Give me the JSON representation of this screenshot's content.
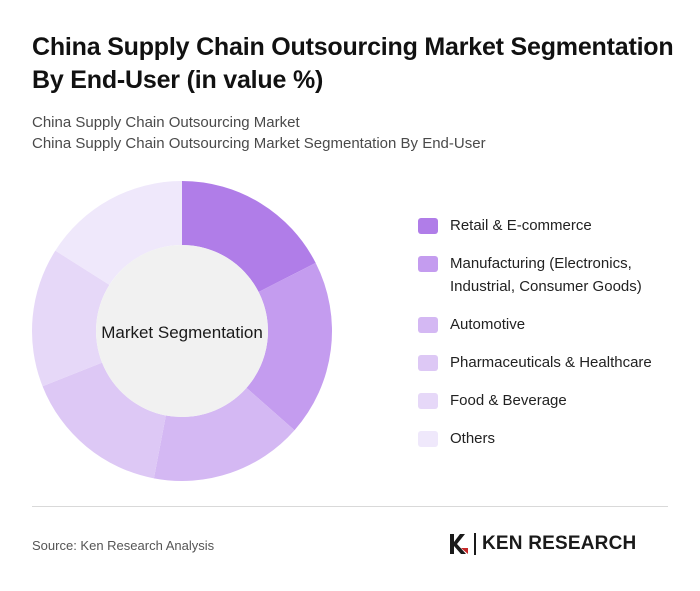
{
  "header": {
    "title": "China Supply Chain Outsourcing Market Segmentation By End-User (in value %)",
    "subtitle_line1": "China Supply Chain Outsourcing Market",
    "subtitle_line2": "China Supply Chain Outsourcing Market Segmentation By End-User"
  },
  "chart_data": {
    "type": "pie",
    "variant": "donut",
    "center_label": "Market Segmentation",
    "categories": [
      "Retail & E-commerce",
      "Manufacturing (Electronics, Industrial, Consumer Goods)",
      "Automotive",
      "Pharmaceuticals & Healthcare",
      "Food & Beverage",
      "Others"
    ],
    "values": [
      17.5,
      19,
      16.5,
      16,
      15,
      16
    ],
    "colors": [
      "#b07de8",
      "#c49cef",
      "#d4b8f3",
      "#ddc8f5",
      "#e6d8f8",
      "#efe8fb"
    ],
    "legend_position": "right",
    "start_angle_deg": 0,
    "direction": "clockwise"
  },
  "footer": {
    "source": "Source: Ken Research Analysis",
    "brand": "KEN RESEARCH"
  }
}
